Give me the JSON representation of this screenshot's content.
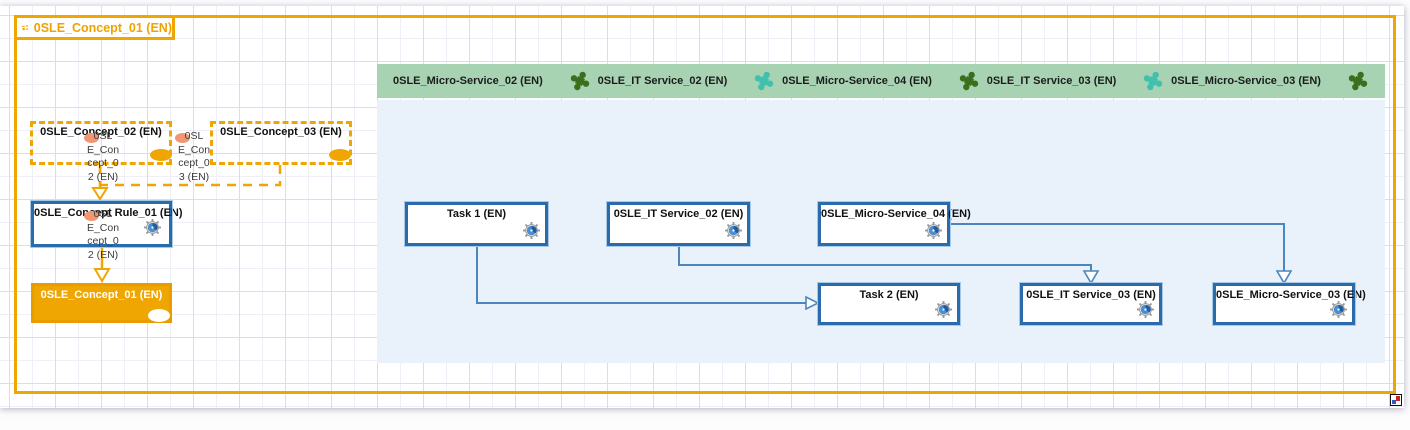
{
  "container": {
    "title": "0SLE_Concept_01 (EN)"
  },
  "lane": {
    "items": [
      {
        "label": "0SLE_Micro-Service_02 (EN)",
        "icon": "puzzle-icon",
        "icon_color": "#3d6e1e"
      },
      {
        "label": "0SLE_IT Service_02 (EN)",
        "icon": "puzzle-icon",
        "icon_color": "#41c1ad"
      },
      {
        "label": "0SLE_Micro-Service_04 (EN)",
        "icon": "puzzle-icon",
        "icon_color": "#3d6e1e"
      },
      {
        "label": "0SLE_IT Service_03 (EN)",
        "icon": "puzzle-icon",
        "icon_color": "#41c1ad"
      },
      {
        "label": "0SLE_Micro-Service_03 (EN)",
        "icon": "puzzle-icon",
        "icon_color": "#3d6e1e"
      }
    ]
  },
  "concepts": {
    "concept02": {
      "title": "0SLE_Concept_02 (EN)",
      "ref_label": "0SL\nE_Con\ncept_0\n2 (EN)"
    },
    "concept03": {
      "title": "0SLE_Concept_03 (EN)",
      "ref_label": "0SL\nE_Con\ncept_0\n3 (EN)"
    },
    "rule01": {
      "title": "0SLE_Concept Rule_01 (EN)",
      "ref_label": "0SL\nE_Con\ncept_0\n2 (EN)"
    },
    "concept01": {
      "title": "0SLE_Concept_01 (EN)"
    }
  },
  "process": {
    "task1": {
      "title": "Task 1 (EN)"
    },
    "it_service02": {
      "title": "0SLE_IT Service_02 (EN)"
    },
    "micro_service04": {
      "title": "0SLE_Micro-Service_04 (EN)"
    },
    "task2": {
      "title": "Task 2 (EN)"
    },
    "it_service03": {
      "title": "0SLE_IT Service_03 (EN)"
    },
    "micro_service03": {
      "title": "0SLE_Micro-Service_03 (EN)"
    }
  },
  "colors": {
    "accent_orange": "#f0a602",
    "lane_green": "#a8d3b2",
    "panel_blue": "#e9f2fa",
    "box_border_blue": "#2a6cab",
    "connector_blue": "#4b86bd",
    "puzzle_dark_green": "#3d6e1e",
    "puzzle_teal": "#41c1ad",
    "salmon_icon": "#f09672"
  }
}
